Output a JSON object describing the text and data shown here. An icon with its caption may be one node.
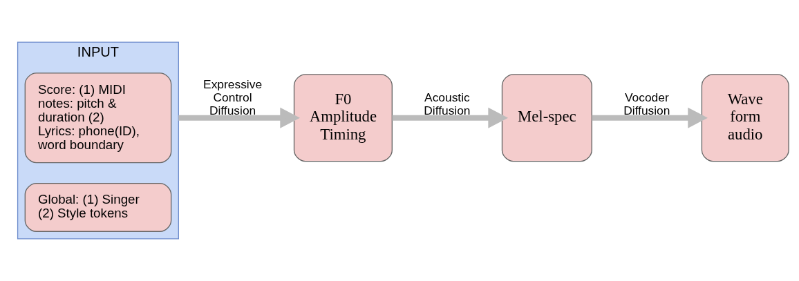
{
  "diagram": {
    "nodes": [
      {
        "text": [
          "INPUT"
        ]
      },
      {
        "text": [
          "Score: (1) MIDI notes: pitch & duration (2) Lyrics: phone(ID), word boundary"
        ],
        "in": 0
      },
      {
        "text": [
          "Global: (1) Singer (2) Style tokens"
        ],
        "in": 0
      },
      {
        "text": [
          "F0",
          "Amplitude Timing"
        ]
      },
      {
        "text": [
          "Mel-spec"
        ]
      },
      {
        "text": [
          "Wave form audio"
        ]
      }
    ],
    "edges": [
      {
        "from": 0,
        "to": 3,
        "arrow": "to",
        "label": "Expressive Control Diffusion"
      },
      {
        "from": 3,
        "to": 4,
        "arrow": "to",
        "label": "Acoustic Diffusion"
      },
      {
        "from": 4,
        "to": 5,
        "arrow": "to",
        "label": "Vocoder Diffusion"
      }
    ]
  }
}
